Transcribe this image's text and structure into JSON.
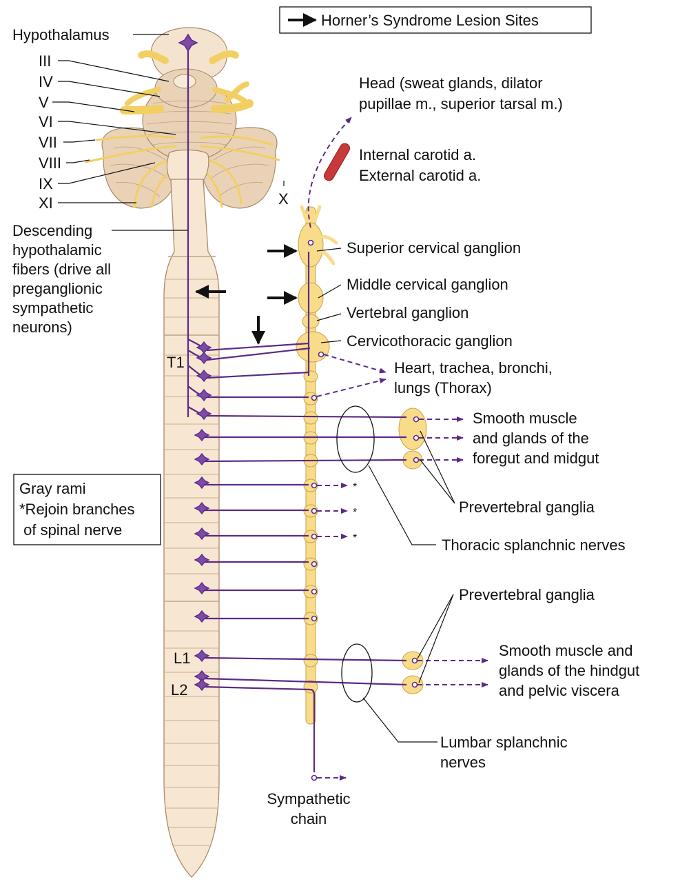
{
  "legend": {
    "title": "Horner’s Syndrome Lesion Sites"
  },
  "gray_rami_box": {
    "line1": "Gray rami",
    "line2": "*Rejoin branches",
    "line3": " of spinal nerve"
  },
  "brain_labels": {
    "hypothalamus": "Hypothalamus",
    "cn3": "III",
    "cn4": "IV",
    "cn5": "V",
    "cn6": "VI",
    "cn7": "VII",
    "cn8": "VIII",
    "cn9": "IX",
    "cn11": "XI",
    "cn10": "X"
  },
  "descending": [
    "Descending",
    "hypothalamic",
    "fibers (drive all",
    "preganglionic",
    "sympathetic",
    "neurons)"
  ],
  "segments": {
    "t1": "T1",
    "l1": "L1",
    "l2": "L2"
  },
  "head": [
    "Head (sweat glands, dilator",
    "pupillae m., superior tarsal m.)"
  ],
  "carotid": [
    "Internal carotid a.",
    "External carotid a."
  ],
  "ganglia": {
    "superior": "Superior cervical ganglion",
    "middle": "Middle cervical ganglion",
    "vertebral": "Vertebral ganglion",
    "cervicothoracic": "Cervicothoracic ganglion"
  },
  "thorax": [
    "Heart, trachea, bronchi,",
    "lungs (Thorax)"
  ],
  "foregut": [
    "Smooth muscle",
    "and glands of the",
    "foregut and midgut"
  ],
  "prevertebral_upper": "Prevertebral ganglia",
  "thoracic_splanchnic": "Thoracic splanchnic nerves",
  "prevertebral_lower": "Prevertebral ganglia",
  "hindgut": [
    "Smooth muscle and",
    "glands of the hindgut",
    "and pelvic viscera"
  ],
  "lumbar_splanchnic": [
    "Lumbar splanchnic",
    "nerves"
  ],
  "sympathetic_chain": [
    "Sympathetic",
    "chain"
  ],
  "asterisk": "*",
  "colors": {
    "nerve": "#5b2a86",
    "cord": "#f7e6d2",
    "ganglion": "#f8dc8a",
    "cranial_nerve": "#f2cf63",
    "artery": "#c9383a"
  }
}
